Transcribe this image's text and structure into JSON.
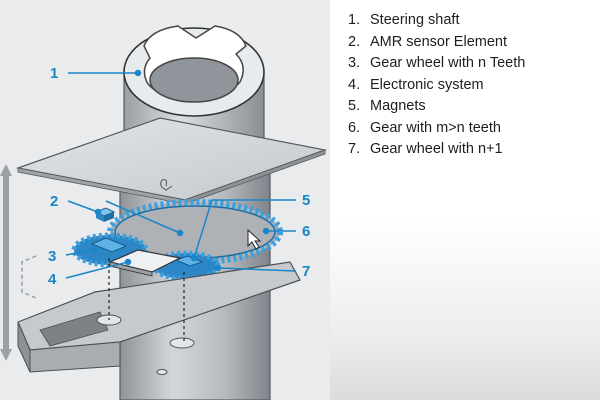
{
  "colors": {
    "callout": "#1a86c7",
    "highlight": "#3aa0e0",
    "steel": "#bcc0c4",
    "text": "#1e1e1e"
  },
  "diagram": {
    "callouts": [
      "1",
      "2",
      "3",
      "4",
      "5",
      "6",
      "7"
    ]
  },
  "legend": {
    "items": [
      {
        "num": "1.",
        "text": "Steering shaft"
      },
      {
        "num": "2.",
        "text": "AMR sensor Element"
      },
      {
        "num": "3.",
        "text": "Gear wheel with n Teeth"
      },
      {
        "num": "4.",
        "text": "Electronic system"
      },
      {
        "num": "5.",
        "text": "Magnets"
      },
      {
        "num": "6.",
        "text": "Gear with m>n teeth"
      },
      {
        "num": "7.",
        "text": "Gear wheel with n+1"
      }
    ]
  }
}
